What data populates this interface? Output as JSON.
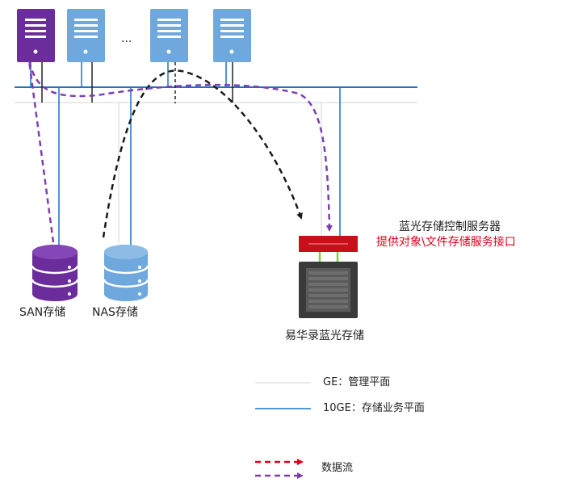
{
  "servers": {
    "ellipsis": "...",
    "icons": [
      "server-icon-purple",
      "server-icon-blue",
      "server-icon-blue",
      "server-icon-blue"
    ]
  },
  "storage": {
    "san_label": "SAN存储",
    "nas_label": "NAS存储",
    "optical_label": "易华录蓝光存储"
  },
  "controller": {
    "title": "蓝光存储控制服务器",
    "subtitle": "提供对象\\文件存储服务接口"
  },
  "legend": {
    "ge_label": "GE：管理平面",
    "tenge_label": "10GE：存储业务平面",
    "dataflow_label": "数据流"
  },
  "colors": {
    "network_blue": "#1a73c7",
    "server_blue": "#6ea8dc",
    "server_purple": "#6b2c9c",
    "flow_purple": "#7b3fb0",
    "flow_black": "#1a1a1a",
    "flow_red": "#e0001b",
    "controller_red": "#c8101a",
    "accent_green": "#8ccf3a",
    "rack_dark": "#3a3a3a",
    "text_red": "#e0001b"
  }
}
